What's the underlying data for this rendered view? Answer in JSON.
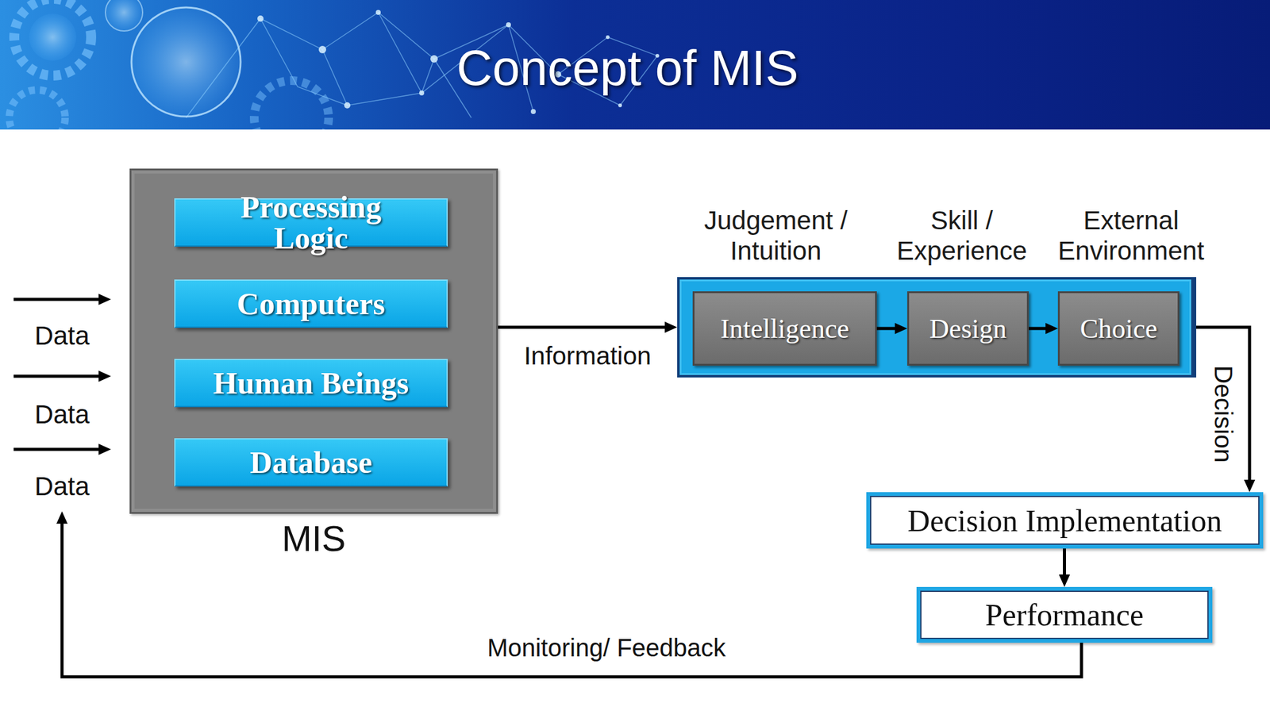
{
  "diagram": {
    "title": "Concept of MIS",
    "nodes": [
      {
        "text": [
          "MIS"
        ]
      },
      {
        "text": [
          "Processing Logic"
        ],
        "in": 0
      },
      {
        "text": [
          "Computers"
        ],
        "in": 0
      },
      {
        "text": [
          "Human Beings"
        ],
        "in": 0
      },
      {
        "text": [
          "Database"
        ],
        "in": 0
      },
      {
        "text": [
          "Judgement / Intuition",
          "Skill / Experience",
          "External Environment"
        ]
      },
      {
        "text": [
          "Intelligence"
        ],
        "in": 5
      },
      {
        "text": [
          "Design"
        ],
        "in": 5
      },
      {
        "text": [
          "Choice"
        ],
        "in": 5
      },
      {
        "text": [
          "Decision Implementation"
        ]
      },
      {
        "text": [
          "Performance"
        ]
      }
    ],
    "edges": [
      {
        "from": 0,
        "to": 5,
        "arrow": "to",
        "label": "Information"
      },
      {
        "from": 6,
        "to": 7,
        "arrow": "to"
      },
      {
        "from": 7,
        "to": 8,
        "arrow": "to"
      },
      {
        "from": 5,
        "to": 9,
        "arrow": "to",
        "label": "Decision"
      },
      {
        "from": 9,
        "to": 10,
        "arrow": "to"
      }
    ],
    "labels": [
      "Data",
      "Data",
      "Data",
      "Monitoring/ Feedback"
    ]
  }
}
